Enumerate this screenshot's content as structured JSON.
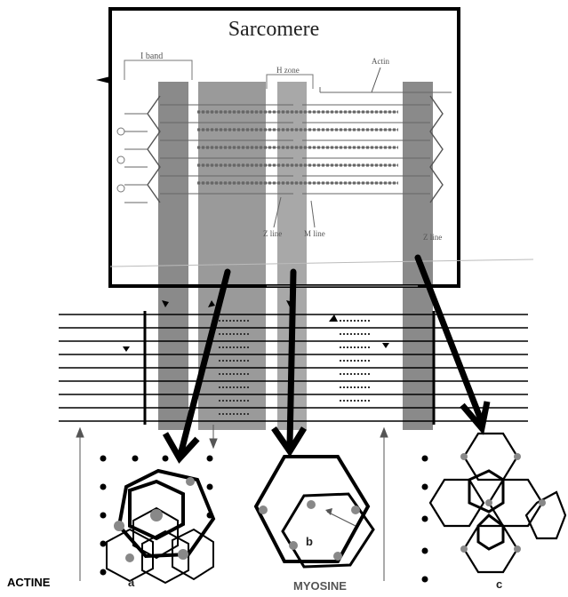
{
  "diagram": {
    "title": "Sarcomere",
    "inset_labels": {
      "i_band": "I band",
      "h_zone": "H zone",
      "actin": "Actin",
      "z_line_left": "Z line",
      "m_line": "M line",
      "z_line_right": "Z line"
    },
    "bottom_labels": {
      "actine": "ACTINE",
      "myosine": "MYOSINE"
    },
    "section_letters": {
      "a": "a",
      "b": "b",
      "c": "c"
    },
    "colors": {
      "band_gray": "#8a8a8a",
      "band_light": "#bdbdbd",
      "line_black": "#000000",
      "dot_gray": "#888888"
    }
  }
}
